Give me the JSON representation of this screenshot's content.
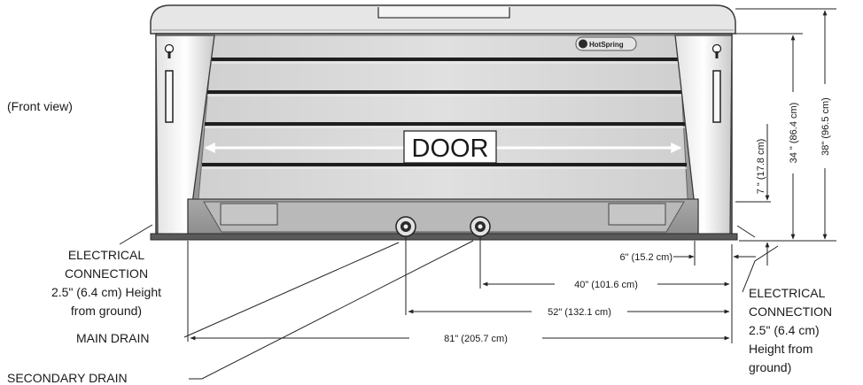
{
  "view_label": "(Front view)",
  "door_label": "DOOR",
  "brand_logo_text": "HotSpring",
  "labels": {
    "electrical_left": [
      "ELECTRICAL",
      "CONNECTION",
      "2.5\" (6.4 cm) Height",
      "from ground)"
    ],
    "electrical_right": [
      "ELECTRICAL",
      "CONNECTION",
      "2.5\" (6.4 cm)",
      "Height from",
      "ground)"
    ],
    "main_drain": "MAIN DRAIN",
    "secondary_drain": "SECONDARY DRAIN"
  },
  "dimensions": {
    "d6": "6\" (15.2 cm)",
    "d40": "40\" (101.6 cm)",
    "d52": "52\" (132.1 cm)",
    "d81": "81\" (205.7 cm)",
    "d7": "7 \" (17.8 cm)",
    "d34": "34 \" (86.4 cm)",
    "d38": "38\" (96.5 cm)"
  }
}
